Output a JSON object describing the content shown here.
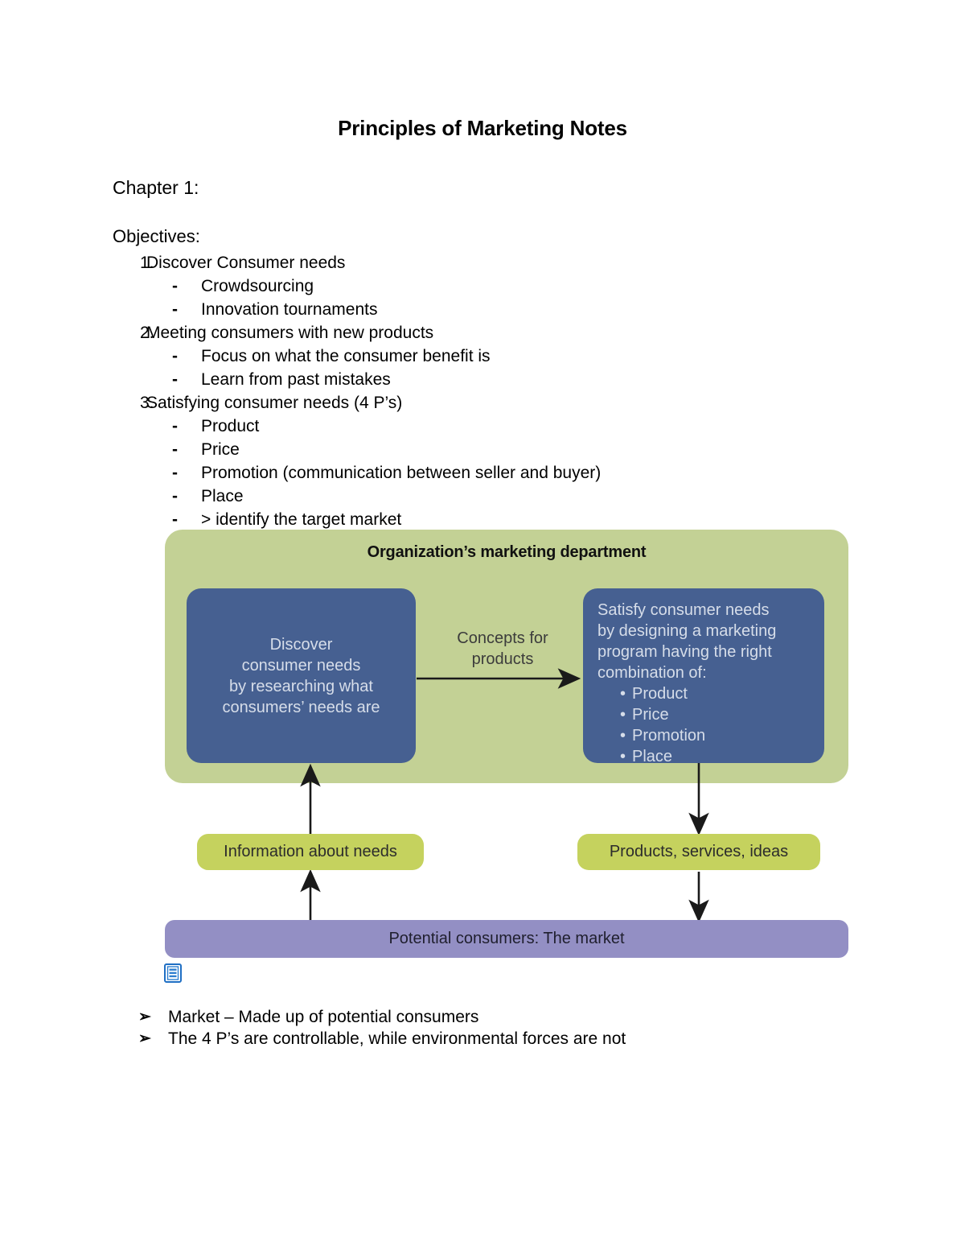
{
  "document": {
    "title": "Principles of Marketing Notes",
    "chapter_heading": "Chapter 1:",
    "objectives_label": "Objectives:",
    "outline": [
      {
        "marker": "1.",
        "text": "Discover Consumer needs",
        "sub": [
          {
            "marker": "-",
            "text": "Crowdsourcing"
          },
          {
            "marker": "-",
            "text": "Innovation tournaments"
          }
        ]
      },
      {
        "marker": "2.",
        "text": "Meeting consumers with new products",
        "sub": [
          {
            "marker": "-",
            "text": "Focus on what the consumer benefit is"
          },
          {
            "marker": "-",
            "text": "Learn from past mistakes"
          }
        ]
      },
      {
        "marker": "3.",
        "text": "Satisfying consumer needs (4 P’s)",
        "sub": [
          {
            "marker": "-",
            "text": "Product"
          },
          {
            "marker": "-",
            "text": "Price"
          },
          {
            "marker": "-",
            "text": "Promotion (communication between seller and buyer)"
          },
          {
            "marker": "-",
            "text": "Place"
          },
          {
            "marker": "-",
            "text": "> identify the target market"
          }
        ]
      }
    ],
    "bottom_notes": [
      {
        "marker": "➢",
        "text": "Market – Made up of potential consumers"
      },
      {
        "marker": "➢",
        "text": "The 4 P’s are controllable, while environmental forces are not"
      }
    ]
  },
  "diagram": {
    "panel_title": "Organization’s marketing department",
    "left_box": {
      "line1": "Discover",
      "line2": "consumer needs",
      "line3": "by researching what",
      "line4": "consumers’ needs are"
    },
    "arrow_label": {
      "line1": "Concepts for",
      "line2": "products"
    },
    "right_box": {
      "line1": "Satisfy consumer needs",
      "line2": "by designing a marketing",
      "line3": "program having the right",
      "line4": "combination of:",
      "bullets": [
        "Product",
        "Price",
        "Promotion",
        "Place"
      ]
    },
    "pill_left": "Information about needs",
    "pill_right": "Products, services, ideas",
    "market_bar": "Potential consumers: The market",
    "colors": {
      "panel_green": "#c3d195",
      "pill_green": "#c5d25e",
      "box_blue": "#466091",
      "market_purple": "#938fc4",
      "icon_blue": "#1f6fc4"
    }
  }
}
